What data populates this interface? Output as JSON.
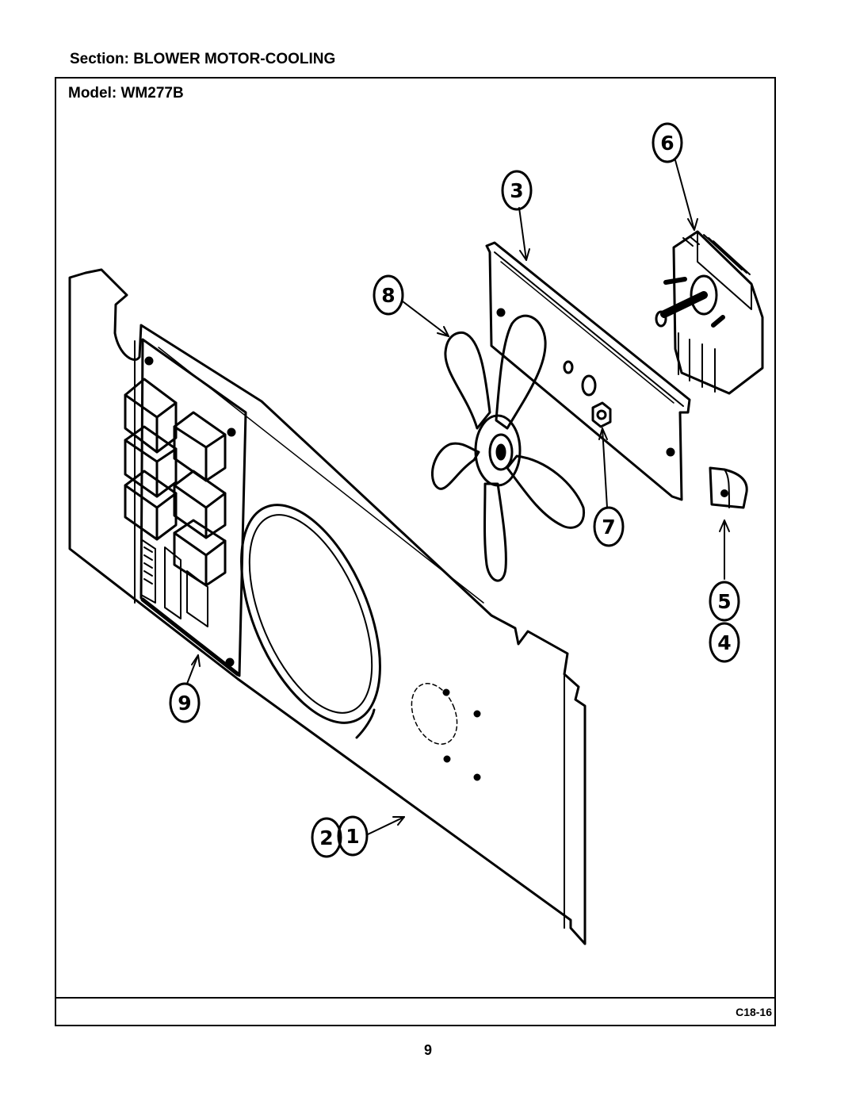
{
  "header": {
    "section": "Section:  BLOWER MOTOR-COOLING",
    "model": "Model:  WM277B"
  },
  "footer": {
    "figure_code": "C18-16",
    "page_number": "9"
  },
  "callouts": {
    "c1": "1",
    "c2": "2",
    "c3": "3",
    "c4": "4",
    "c5": "5",
    "c6": "6",
    "c7": "7",
    "c8": "8",
    "c9": "9"
  }
}
